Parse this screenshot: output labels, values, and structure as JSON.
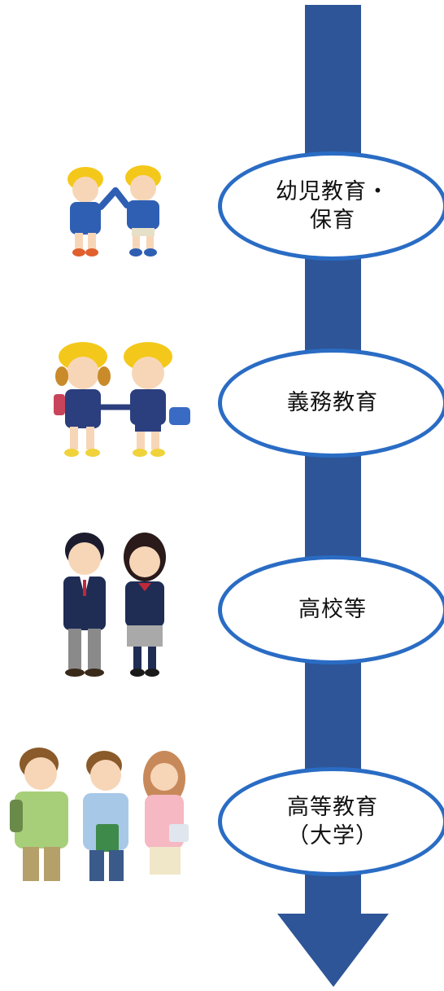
{
  "diagram": {
    "stages": [
      {
        "label": "幼児教育・\n保育"
      },
      {
        "label": "義務教育"
      },
      {
        "label": "高校等"
      },
      {
        "label": "高等教育\n（大学）"
      }
    ],
    "colors": {
      "arrow": "#2e5597",
      "ellipse_border": "#2a6cc4",
      "ellipse_fill": "#ffffff"
    },
    "illustrations": [
      {
        "icon": "kindergarten-children-icon"
      },
      {
        "icon": "elementary-students-icon"
      },
      {
        "icon": "high-school-students-icon"
      },
      {
        "icon": "university-students-icon"
      }
    ]
  }
}
